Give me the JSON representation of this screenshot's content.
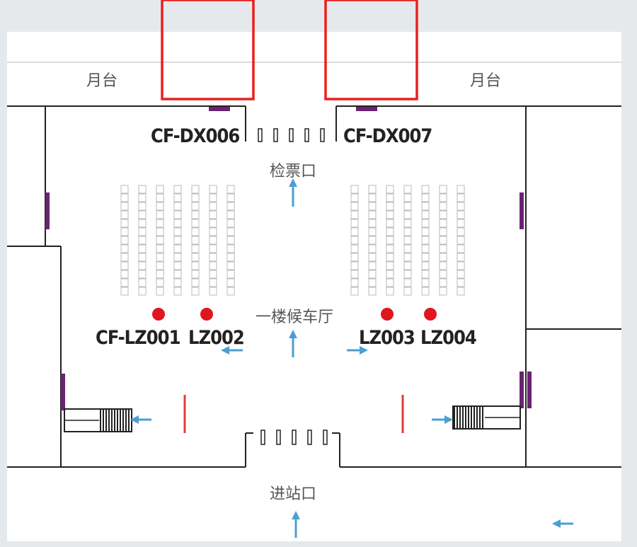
{
  "areas": {
    "platform_left": "月台",
    "platform_right": "月台",
    "ticket_gate": "检票口",
    "waiting_hall": "一楼候车厅",
    "entrance": "进站口"
  },
  "devices": {
    "dx_left": "CF-DX006",
    "dx_right": "CF-DX007",
    "lz1": "CF-LZ001",
    "lz2": "LZ002",
    "lz3": "LZ003",
    "lz4": "LZ004"
  },
  "colors": {
    "background": "#e6e9ec",
    "floor": "#ffffff",
    "wall": "#222222",
    "highlight_box": "#e8201d",
    "device_dot": "#e0161f",
    "door": "#6b2274",
    "arrow": "#4a9fd3",
    "barrier": "#e23b3b",
    "seat": "#bbbbbb"
  },
  "icons": [
    "up-arrow-icon",
    "left-arrow-icon",
    "right-arrow-icon",
    "escalator-icon",
    "gate-icon"
  ]
}
